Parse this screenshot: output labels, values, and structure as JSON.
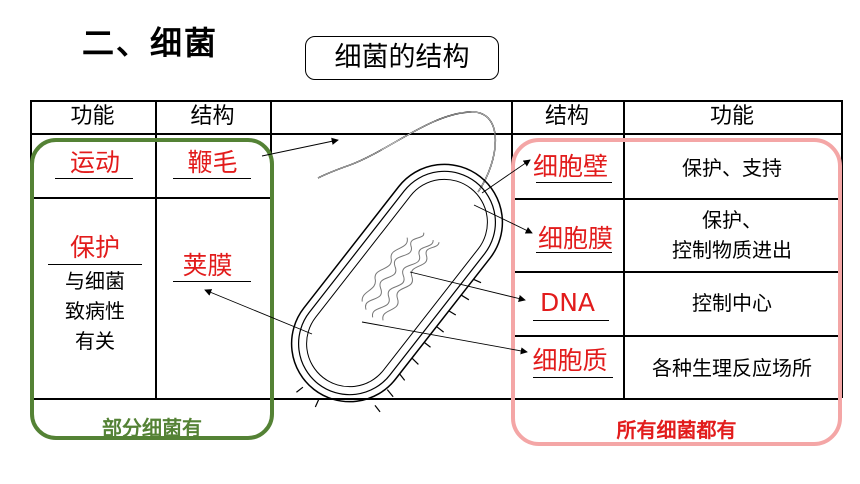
{
  "heading": "二、细菌",
  "title": "细菌的结构",
  "left_table": {
    "col_function": "功能",
    "col_structure": "结构",
    "rows": [
      {
        "function": "运动",
        "structure": "鞭毛"
      },
      {
        "function": "保护",
        "function_extra": [
          "与细菌",
          "致病性",
          "有关"
        ],
        "structure": "荚膜"
      }
    ],
    "group_label": "部分细菌有"
  },
  "right_table": {
    "col_structure": "结构",
    "col_function": "功能",
    "rows": [
      {
        "structure": "细胞壁",
        "function": [
          "保护、支持"
        ]
      },
      {
        "structure": "细胞膜",
        "function": [
          "保护、",
          "控制物质进出"
        ]
      },
      {
        "structure": "DNA",
        "function": [
          "控制中心"
        ]
      },
      {
        "structure": "细胞质",
        "function": [
          "各种生理反应场所"
        ]
      }
    ],
    "group_label": "所有细菌都有"
  },
  "colors": {
    "answer_red": "#e21c1c",
    "green_frame": "#548235",
    "pink_frame": "#f4a6a6"
  }
}
